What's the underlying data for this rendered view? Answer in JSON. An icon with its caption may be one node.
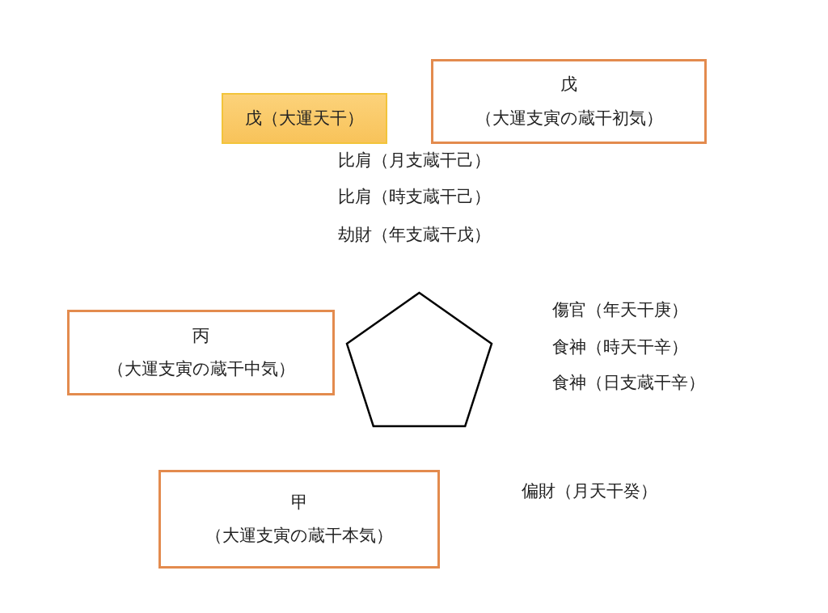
{
  "diagram": {
    "nodes": [
      {
        "text": [
          "戊（大運天干）"
        ]
      },
      {
        "text": [
          "戊",
          "（大運支寅の蔵干初気）"
        ]
      },
      {
        "text": [
          "丙",
          "（大運支寅の蔵干中気）"
        ]
      },
      {
        "text": [],
        "shape": "pentagon"
      },
      {
        "text": [
          "甲",
          "（大運支寅の蔵干本気）"
        ]
      }
    ],
    "edges": [],
    "labels": [
      "比肩（月支蔵干己）",
      "比肩（時支蔵干己）",
      "劫財（年支蔵干戊）",
      "傷官（年天干庚）",
      "食神（時天干辛）",
      "食神（日支蔵干辛）",
      "偏財（月天干癸）"
    ]
  }
}
